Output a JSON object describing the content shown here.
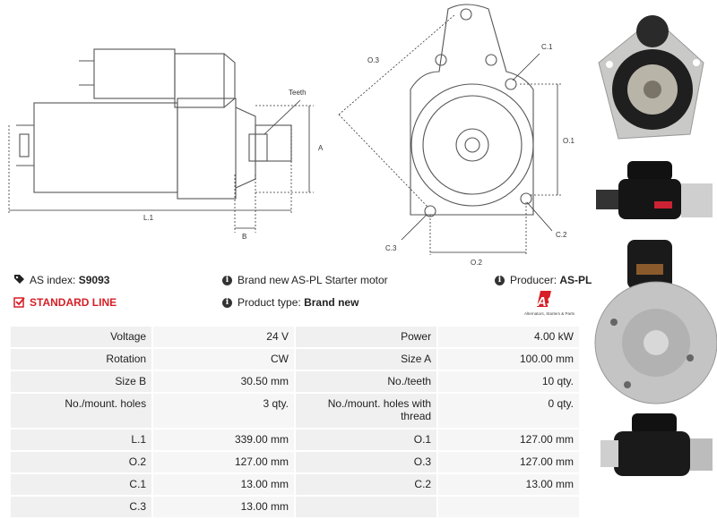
{
  "diagram": {
    "labels": {
      "teeth": "Teeth",
      "a": "A",
      "b": "B",
      "l1": "L.1",
      "o3": "O.3",
      "c1": "C.1",
      "o1": "O.1",
      "c3": "C.3",
      "c2": "C.2",
      "o2": "O.2"
    }
  },
  "info": {
    "as_index_label": "AS index:",
    "as_index_value": "S9093",
    "description": "Brand new AS-PL Starter motor",
    "producer_label": "Producer:",
    "producer_value": "AS-PL",
    "standard_line": "STANDARD LINE",
    "product_type_label": "Product type:",
    "product_type_value": "Brand new",
    "logo_text": "AS",
    "logo_subtext": "Alternators, Starters & Parts"
  },
  "specs": [
    [
      "Voltage",
      "24 V",
      "Power",
      "4.00 kW"
    ],
    [
      "Rotation",
      "CW",
      "Size A",
      "100.00 mm"
    ],
    [
      "Size B",
      "30.50 mm",
      "No./teeth",
      "10 qty."
    ],
    [
      "No./mount. holes",
      "3 qty.",
      "No./mount. holes with thread",
      "0 qty."
    ],
    [
      "L.1",
      "339.00 mm",
      "O.1",
      "127.00 mm"
    ],
    [
      "O.2",
      "127.00 mm",
      "O.3",
      "127.00 mm"
    ],
    [
      "C.1",
      "13.00 mm",
      "C.2",
      "13.00 mm"
    ],
    [
      "C.3",
      "13.00 mm",
      "",
      ""
    ]
  ]
}
